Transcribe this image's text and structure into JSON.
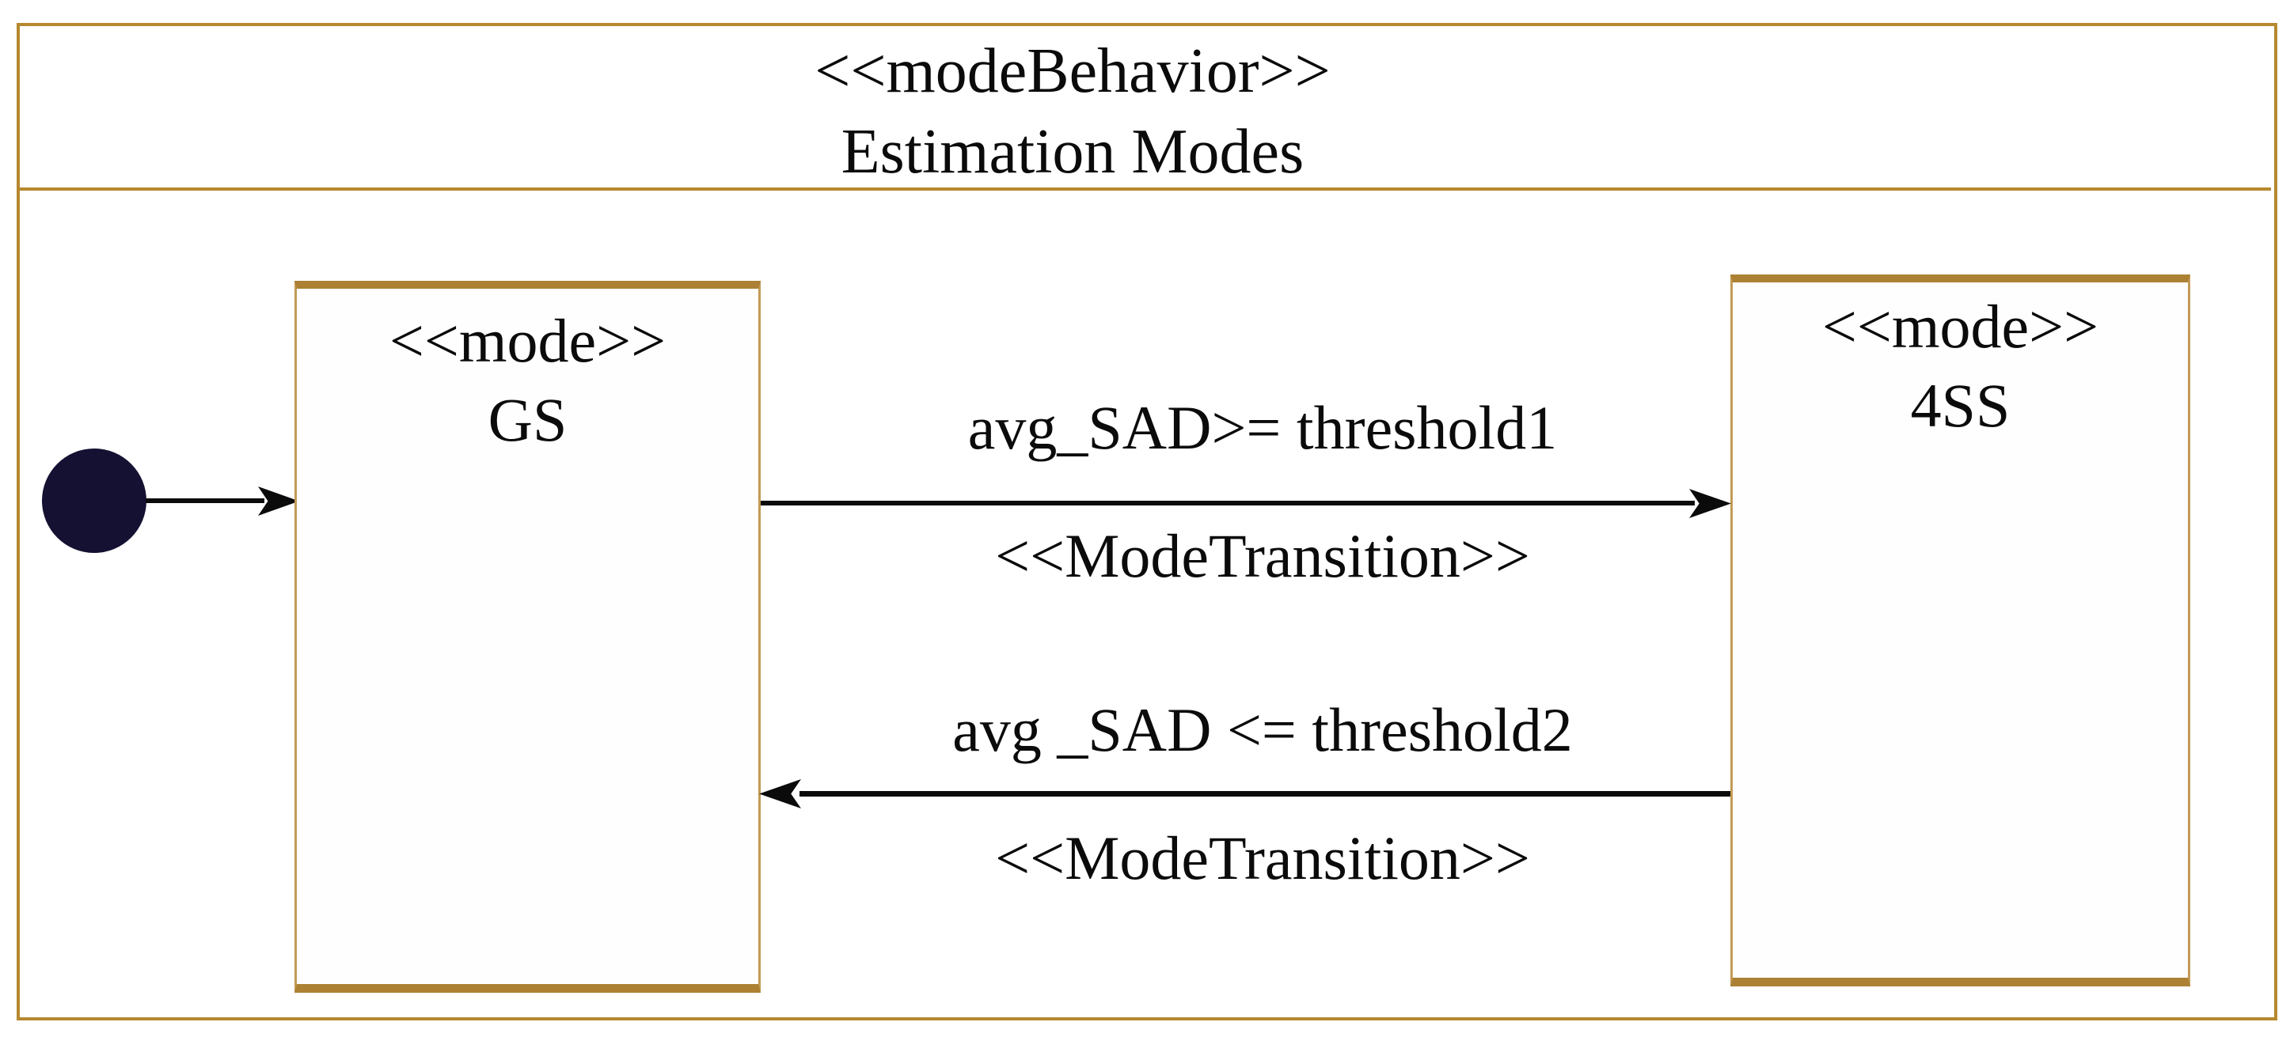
{
  "diagram": {
    "kind": "mode-behavior-state-diagram",
    "frame": {
      "stereotype": "<<modeBehavior>>",
      "title": "Estimation Modes"
    },
    "modes": [
      {
        "stereotype": "<<mode>>",
        "name": "GS"
      },
      {
        "stereotype": "<<mode>>",
        "name": "4SS"
      }
    ],
    "initial_state": {
      "shape": "filled-circle",
      "points_to": "GS"
    },
    "transitions": [
      {
        "from": "GS",
        "to": "4SS",
        "direction": "right",
        "guard": "avg_SAD>= threshold1",
        "stereotype": "<<ModeTransition>>"
      },
      {
        "from": "4SS",
        "to": "GS",
        "direction": "left",
        "guard": "avg _SAD <= threshold2",
        "stereotype": "<<ModeTransition>>"
      }
    ],
    "colors": {
      "frame_border": "#B6882F",
      "box_side_border": "#C39A55",
      "box_thick_border": "#AC8134",
      "initial_state_fill": "#151132",
      "arrow_and_text": "#0B0B0B",
      "background": "#FFFFFF"
    }
  }
}
